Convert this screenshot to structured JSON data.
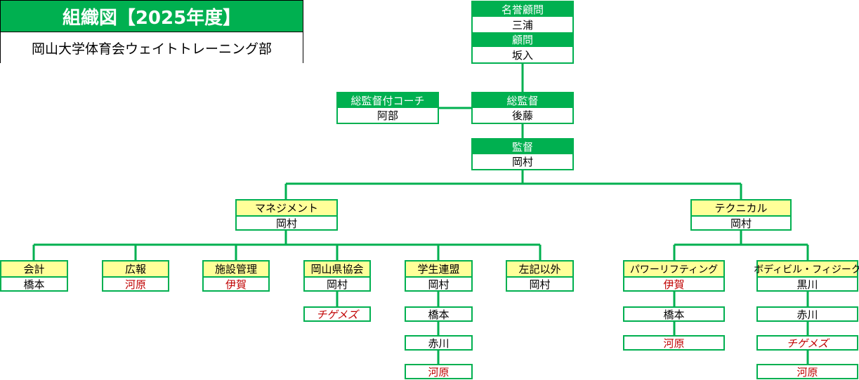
{
  "title": "組織図【2025年度】",
  "subtitle": "岡山大学体育会ウェイトトレーニング部",
  "colors": {
    "green": "#00b050",
    "yellow": "#ffff99",
    "red": "#c00000"
  },
  "nodes": {
    "advisor": {
      "honorary_title": "名誉顧問",
      "honorary_name": "三浦",
      "advisor_title": "顧問",
      "advisor_name": "坂入"
    },
    "coach": {
      "title": "総監督付コーチ",
      "name": "阿部"
    },
    "general_manager": {
      "title": "総監督",
      "name": "後藤"
    },
    "director": {
      "title": "監督",
      "name": "岡村"
    },
    "management": {
      "title": "マネジメント",
      "name": "岡村"
    },
    "technical": {
      "title": "テクニカル",
      "name": "岡村"
    },
    "accounting": {
      "title": "会計",
      "name": "橋本"
    },
    "pr": {
      "title": "広報",
      "name": "河原"
    },
    "facility": {
      "title": "施設管理",
      "name": "伊賀"
    },
    "pref_assoc": {
      "title": "岡山県協会",
      "name": "岡村",
      "members": [
        "チゲメズ"
      ]
    },
    "student_league": {
      "title": "学生連盟",
      "name": "岡村",
      "members": [
        "橋本",
        "赤川",
        "河原"
      ]
    },
    "other": {
      "title": "左記以外",
      "name": "岡村"
    },
    "powerlifting": {
      "title": "パワーリフティング",
      "name": "伊賀",
      "members": [
        "橋本",
        "河原"
      ]
    },
    "bodybuilding": {
      "title": "ボディビル・フィジーク",
      "name": "黒川",
      "members": [
        "赤川",
        "チゲメズ",
        "河原"
      ]
    }
  }
}
